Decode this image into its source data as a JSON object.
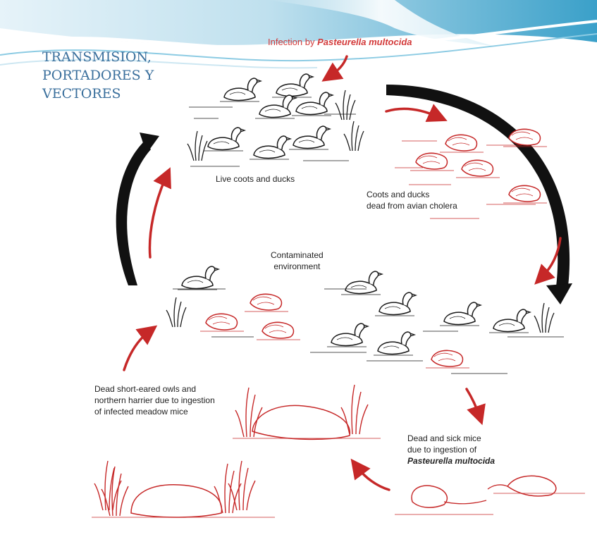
{
  "slide": {
    "title_lines": [
      "TRANSMISION,",
      "PORTADORES Y",
      "VECTORES"
    ],
    "colors": {
      "title": "#3a6f9c",
      "header_wave": "#5fb4d6",
      "infected_red": "#c62828",
      "arrow_black": "#111111"
    }
  },
  "diagram": {
    "infection_prefix": "Infection by",
    "infection_organism": "Pasteurella multocida",
    "live": "Live coots and ducks",
    "dead_line1": "Coots and ducks",
    "dead_line2": "dead from avian cholera",
    "env_line1": "Contaminated",
    "env_line2": "environment",
    "owls_line1": "Dead short-eared owls and",
    "owls_line2": "northern harrier due to ingestion",
    "owls_line3": "of infected meadow mice",
    "mice_line1": "Dead and sick mice",
    "mice_line2": "due to ingestion of",
    "mice_organism": "Pasteurella multocida"
  }
}
